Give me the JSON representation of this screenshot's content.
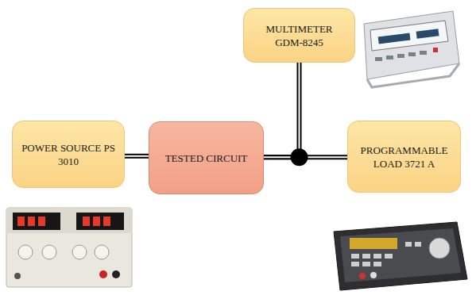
{
  "diagram": {
    "nodes": [
      {
        "text": [
          "POWER SOURCE PS 3010"
        ]
      },
      {
        "text": [
          "TESTED CIRCUIT"
        ]
      },
      {
        "text": [
          "MULTIMETER GDM-8245"
        ]
      },
      {
        "text": [
          "PROGRAMMABLE LOAD 3721 A"
        ]
      }
    ],
    "edges": [
      {
        "from": 0,
        "to": 1,
        "arrow": "none"
      },
      {
        "from": 1,
        "to": 3,
        "arrow": "none"
      },
      {
        "from": 1,
        "to": 2,
        "arrow": "none"
      }
    ]
  }
}
